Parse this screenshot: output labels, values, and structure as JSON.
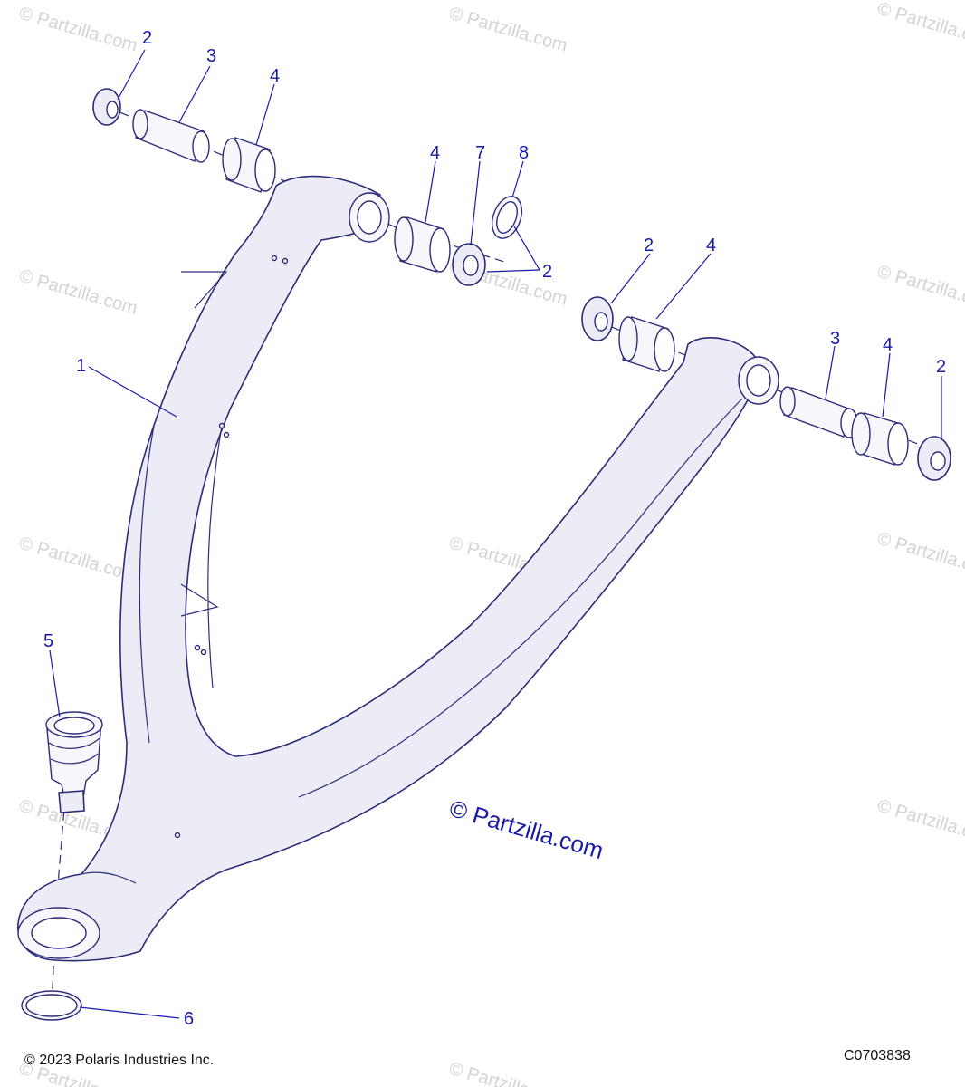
{
  "diagram": {
    "callouts": [
      "1",
      "2",
      "3",
      "4",
      "5",
      "6",
      "7",
      "8"
    ],
    "watermark_text": "© Partzilla.com",
    "copyright": "© 2023 Polaris Industries Inc.",
    "figure_code": "C0703838"
  },
  "colors": {
    "callout": "#1a1aa8",
    "outline": "#2c2c7a",
    "fill": "#ececf6",
    "watermark": "#d4d4d4"
  }
}
